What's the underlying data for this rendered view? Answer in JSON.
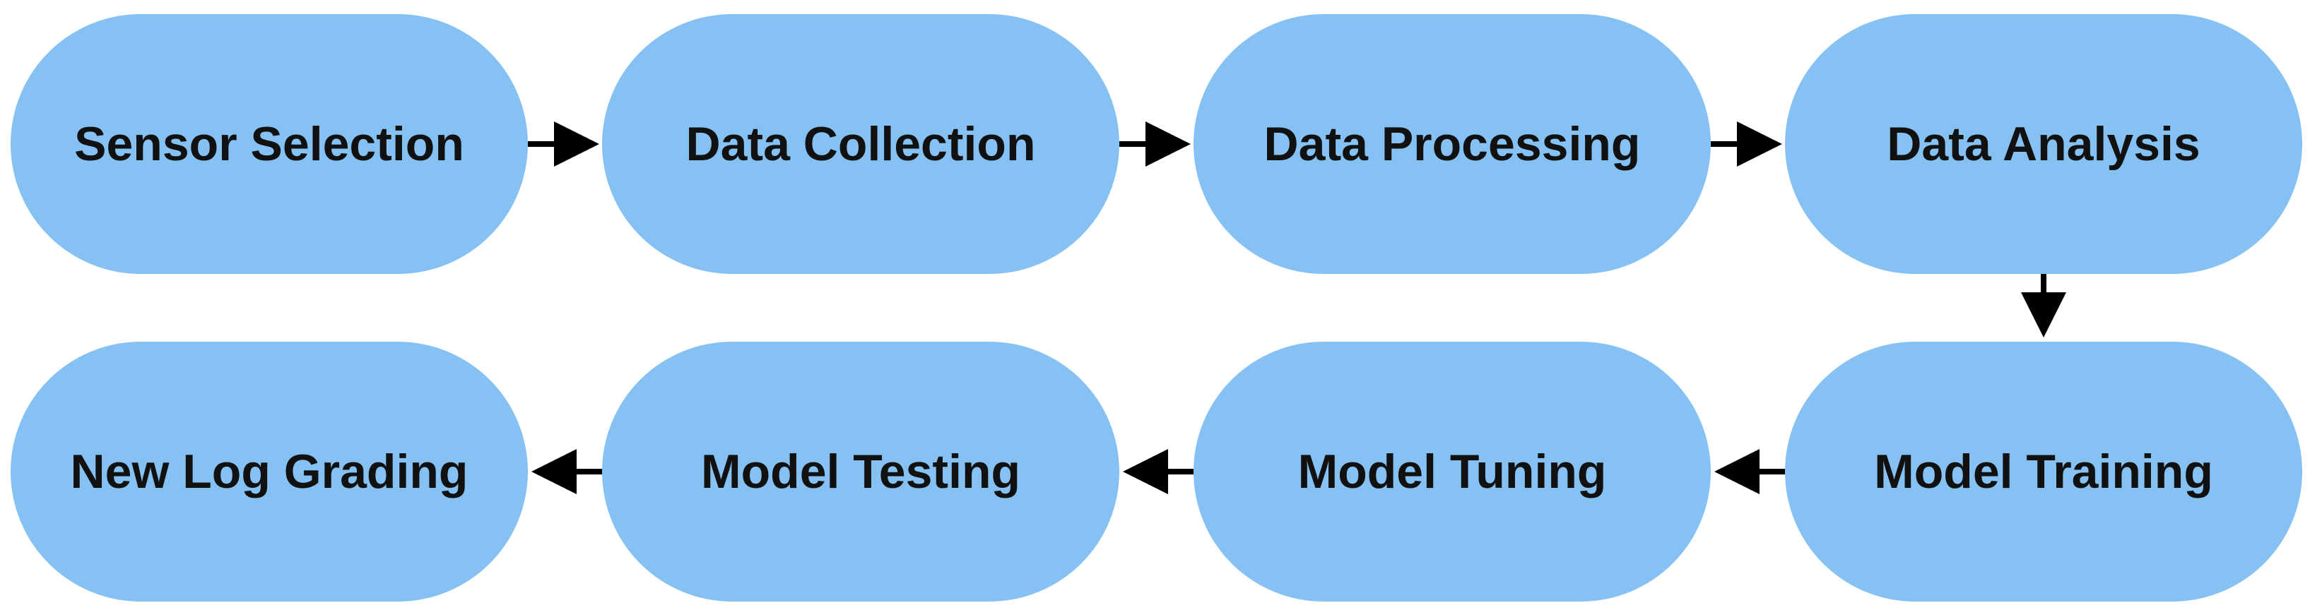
{
  "diagram": {
    "nodes": [
      {
        "id": "n1",
        "label": "Sensor Selection"
      },
      {
        "id": "n2",
        "label": "Data Collection"
      },
      {
        "id": "n3",
        "label": "Data Processing"
      },
      {
        "id": "n4",
        "label": "Data Analysis"
      },
      {
        "id": "n5",
        "label": "Model Training"
      },
      {
        "id": "n6",
        "label": "Model Tuning"
      },
      {
        "id": "n7",
        "label": "Model Testing"
      },
      {
        "id": "n8",
        "label": "New Log Grading"
      }
    ],
    "edges": [
      {
        "from": "n1",
        "to": "n2"
      },
      {
        "from": "n2",
        "to": "n3"
      },
      {
        "from": "n3",
        "to": "n4"
      },
      {
        "from": "n4",
        "to": "n5"
      },
      {
        "from": "n5",
        "to": "n6"
      },
      {
        "from": "n6",
        "to": "n7"
      },
      {
        "from": "n7",
        "to": "n8"
      }
    ],
    "colors": {
      "node_fill": "#85c1f2",
      "text": "#111111",
      "arrow": "#000000"
    }
  }
}
